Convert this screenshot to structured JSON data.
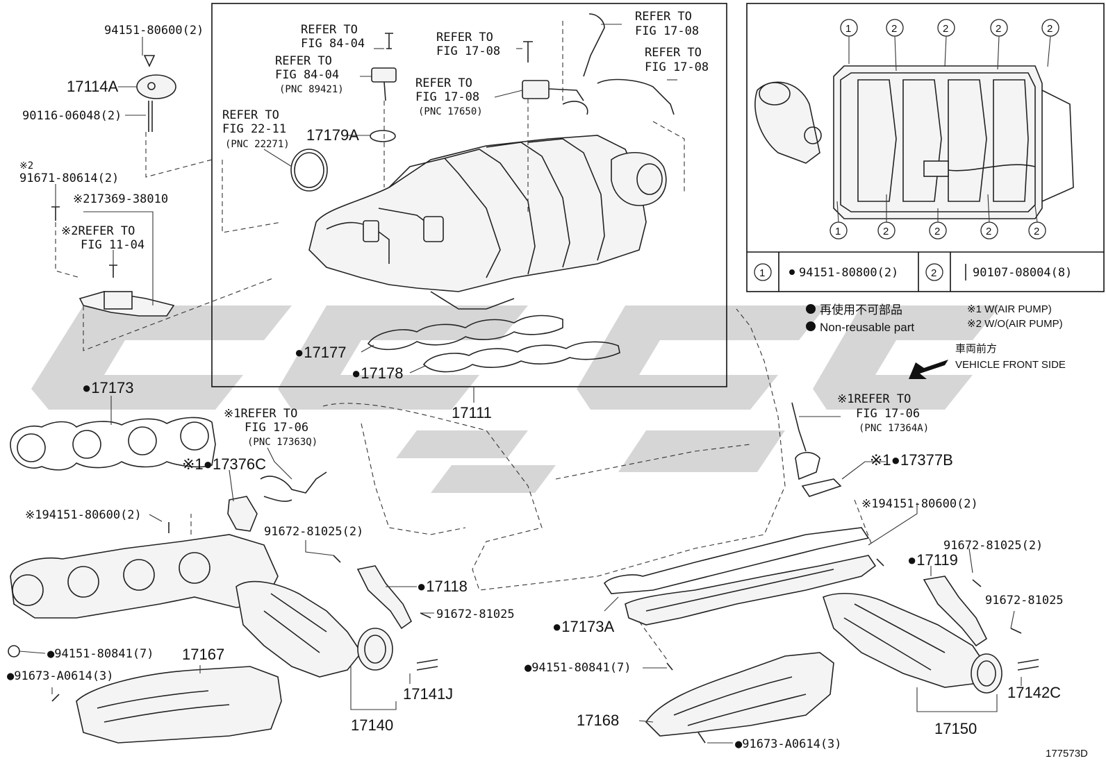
{
  "diagram": {
    "figure_code": "177573D",
    "legend": {
      "non_reusable_jp": "再使用不可部品",
      "non_reusable_en": "Non-reusable part",
      "note1": "※1 W(AIR PUMP)",
      "note2": "※2 W/O(AIR PUMP)",
      "front_jp": "車両前方",
      "front_en": "VEHICLE FRONT SIDE"
    },
    "detail_table": {
      "c1": "1",
      "c2": "2",
      "part1": "94151-80800(2)",
      "part2": "90107-08004(8)"
    },
    "callouts": {
      "a1": "94151-80600(2)",
      "a2": "17114A",
      "a3": "90116-06048(2)",
      "a4_mark": "※2",
      "a4": "91671-80614(2)",
      "a5": "※217369-38010",
      "a6a": "※2REFER TO",
      "a6b": "FIG 11-04",
      "b1a": "REFER TO",
      "b1b": "FIG 84-04",
      "b2a": "REFER TO",
      "b2b": "FIG 84-04",
      "b2c": "(PNC 89421)",
      "b3a": "REFER TO",
      "b3b": "FIG 17-08",
      "b4a": "REFER TO",
      "b4b": "FIG 17-08",
      "b4c": "(PNC 17650)",
      "b5a": "REFER TO",
      "b5b": "FIG 17-08",
      "b6a": "REFER TO",
      "b6b": "FIG 17-08",
      "b7a": "REFER TO",
      "b7b": "FIG 22-11",
      "b7c": "(PNC 22271)",
      "b8": "17179A",
      "b9": "●17177",
      "b10": "●17178",
      "b11": "17111",
      "c1": "●17173",
      "c2a": "※1REFER TO",
      "c2b": "FIG 17-06",
      "c2c": "(PNC 17363Q)",
      "c3": "※1●17376C",
      "c4": "※194151-80600(2)",
      "c5": "91672-81025(2)",
      "c6": "●17118",
      "c7": "91672-81025",
      "c8": "●94151-80841(7)",
      "c9": "●91673-A0614(3)",
      "c10": "17167",
      "c11": "17141J",
      "c12": "17140",
      "d1a": "※1REFER TO",
      "d1b": "FIG 17-06",
      "d1c": "(PNC 17364A)",
      "d2": "※1●17377B",
      "d3": "※194151-80600(2)",
      "d4": "91672-81025(2)",
      "d5": "●17119",
      "d6": "91672-81025",
      "d7": "●17173A",
      "d8": "●94151-80841(7)",
      "d9": "17168",
      "d10": "●91673-A0614(3)",
      "d11": "17142C",
      "d12": "17150"
    }
  }
}
